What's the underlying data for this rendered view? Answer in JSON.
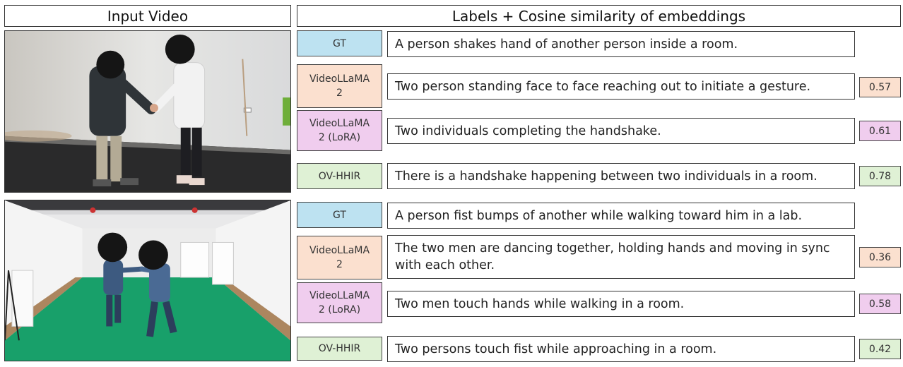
{
  "headers": {
    "left": "Input Video",
    "right": "Labels + Cosine similarity of embeddings"
  },
  "colors": {
    "gt": "#bde2f1",
    "videollama": "#fbe0cf",
    "videollama_lora": "#f0cdee",
    "ovhhir": "#dff1d5"
  },
  "groups": [
    {
      "gt_label": "GT",
      "gt_caption": "A person shakes hand of another person inside a room.",
      "rows": [
        {
          "label": "VideoLLaMA\n2",
          "caption": "Two person standing face to face reaching out to initiate a gesture.",
          "score": "0.57"
        },
        {
          "label": "VideoLLaMA\n2 (LoRA)",
          "caption": "Two individuals completing the handshake.",
          "score": "0.61"
        },
        {
          "label": "OV-HHIR",
          "caption": "There is a handshake happening between two individuals in a room.",
          "score": "0.78"
        }
      ]
    },
    {
      "gt_label": "GT",
      "gt_caption": "A person fist bumps of another while walking toward him in a lab.",
      "rows": [
        {
          "label": "VideoLLaMA\n2",
          "caption": "The two men are dancing together, holding hands and moving in sync with each other.",
          "score": "0.36"
        },
        {
          "label": "VideoLLaMA\n2 (LoRA)",
          "caption": "Two men touch hands while walking in a room.",
          "score": "0.58"
        },
        {
          "label": "OV-HHIR",
          "caption": "Two persons touch fist while approaching in a room.",
          "score": "0.42"
        }
      ]
    }
  ]
}
